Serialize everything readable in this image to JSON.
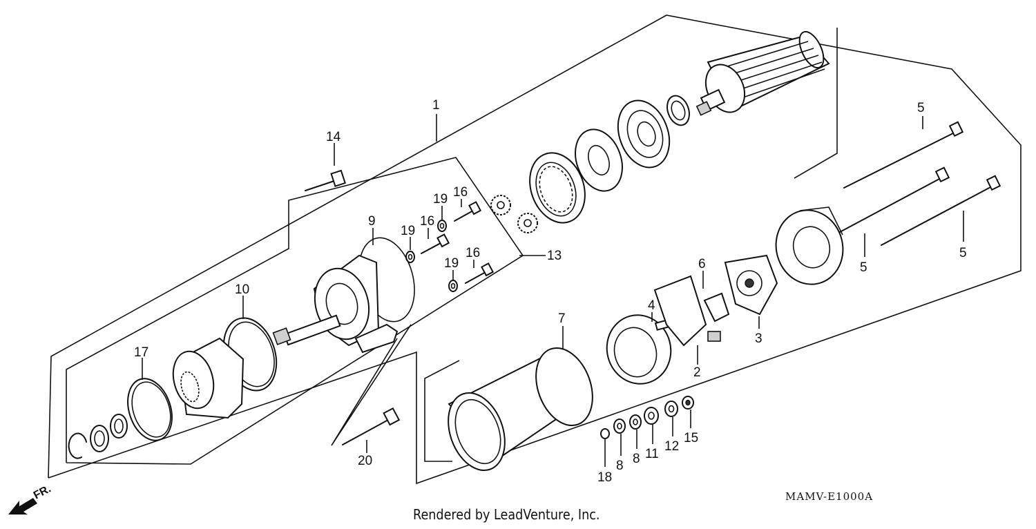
{
  "callouts": [
    {
      "id": "c1",
      "label": "1"
    },
    {
      "id": "c2",
      "label": "2"
    },
    {
      "id": "c3",
      "label": "3"
    },
    {
      "id": "c4",
      "label": "4"
    },
    {
      "id": "c5a",
      "label": "5"
    },
    {
      "id": "c5b",
      "label": "5"
    },
    {
      "id": "c5c",
      "label": "5"
    },
    {
      "id": "c6",
      "label": "6"
    },
    {
      "id": "c7",
      "label": "7"
    },
    {
      "id": "c8a",
      "label": "8"
    },
    {
      "id": "c8b",
      "label": "8"
    },
    {
      "id": "c9",
      "label": "9"
    },
    {
      "id": "c10",
      "label": "10"
    },
    {
      "id": "c11",
      "label": "11"
    },
    {
      "id": "c12",
      "label": "12"
    },
    {
      "id": "c13",
      "label": "13"
    },
    {
      "id": "c14",
      "label": "14"
    },
    {
      "id": "c15",
      "label": "15"
    },
    {
      "id": "c16a",
      "label": "16"
    },
    {
      "id": "c16b",
      "label": "16"
    },
    {
      "id": "c16c",
      "label": "16"
    },
    {
      "id": "c17",
      "label": "17"
    },
    {
      "id": "c18",
      "label": "18"
    },
    {
      "id": "c19a",
      "label": "19"
    },
    {
      "id": "c19b",
      "label": "19"
    },
    {
      "id": "c19c",
      "label": "19"
    },
    {
      "id": "c20",
      "label": "20"
    }
  ],
  "diagram_code": "MAMV-E1000A",
  "credit": "Rendered by LeadVenture, Inc.",
  "direction_label": "FR."
}
